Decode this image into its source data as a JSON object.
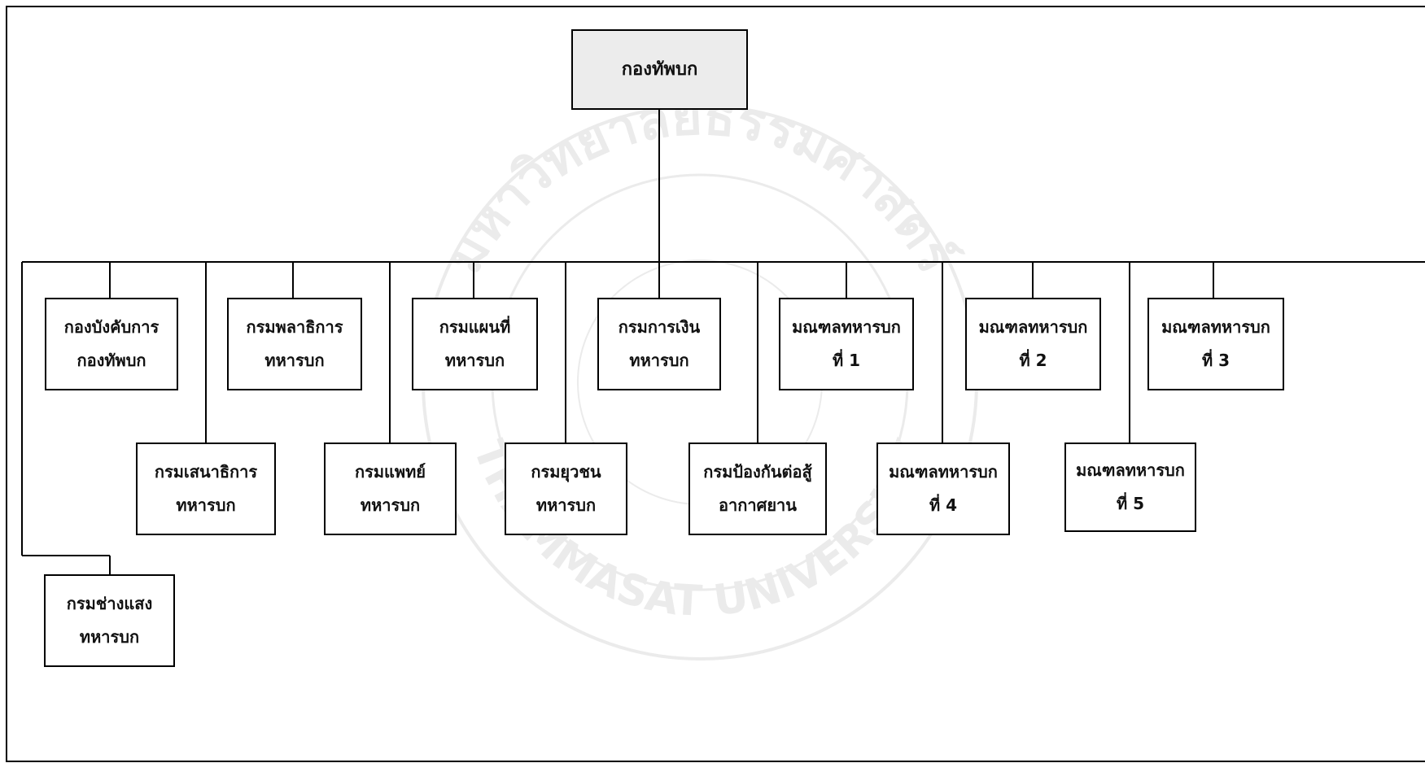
{
  "watermark": {
    "text_top": "มหาวิทยาลัยธรรมศาสตร์",
    "text_bottom": "THAMMASAT UNIVERSITY",
    "color": "#e6e6e6"
  },
  "chart": {
    "root": {
      "label": "กองทัพบก"
    },
    "units": [
      {
        "id": "u1",
        "line1": "กองบังคับการ",
        "line2": "กองทัพบก"
      },
      {
        "id": "u2",
        "line1": "กรมเสนาธิการ",
        "line2": "ทหารบก"
      },
      {
        "id": "u3",
        "line1": "กรมพลาธิการ",
        "line2": "ทหารบก"
      },
      {
        "id": "u4",
        "line1": "กรมแพทย์",
        "line2": "ทหารบก"
      },
      {
        "id": "u5",
        "line1": "กรมแผนที่",
        "line2": "ทหารบก"
      },
      {
        "id": "u6",
        "line1": "กรมยุวชน",
        "line2": "ทหารบก"
      },
      {
        "id": "u7",
        "line1": "กรมการเงิน",
        "line2": "ทหารบก"
      },
      {
        "id": "u8",
        "line1": "กรมป้องกันต่อสู้",
        "line2": "อากาศยาน"
      },
      {
        "id": "u9",
        "line1": "มณฑลทหารบก",
        "line2": "ที่ 1"
      },
      {
        "id": "u10",
        "line1": "มณฑลทหารบก",
        "line2": "ที่ 4"
      },
      {
        "id": "u11",
        "line1": "มณฑลทหารบก",
        "line2": "ที่ 2"
      },
      {
        "id": "u12",
        "line1": "มณฑลทหารบก",
        "line2": "ที่ 5"
      },
      {
        "id": "u13",
        "line1": "มณฑลทหารบก",
        "line2": "ที่ 3"
      },
      {
        "id": "u14",
        "line1": "กรมช่างแสง",
        "line2": "ทหารบก"
      }
    ]
  }
}
